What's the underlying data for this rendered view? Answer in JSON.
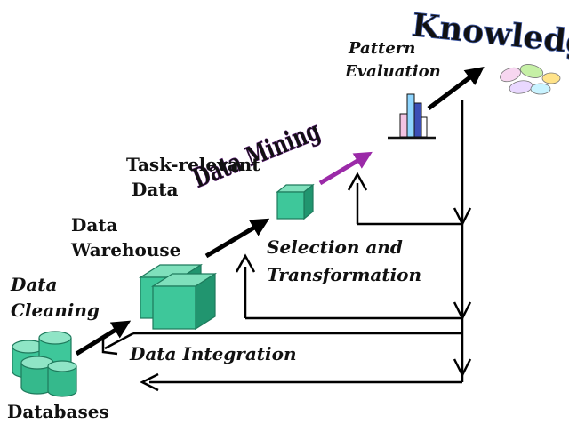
{
  "labels": {
    "knowledge": "Knowledge",
    "pattern_line1": "Pattern",
    "pattern_line2": "Evaluation",
    "data_mining": "Data Mining",
    "task_line1": "Task-relevant",
    "task_line2": "Data",
    "selection_line1": "Selection and",
    "selection_line2": "Transformation",
    "warehouse_line1": "Data",
    "warehouse_line2": "Warehouse",
    "cleaning_line1": "Data",
    "cleaning_line2": "Cleaning",
    "integration": "Data Integration",
    "databases": "Databases"
  },
  "colors": {
    "cube_face": "#3ec79a",
    "cube_top": "#7fe0bc",
    "cube_side": "#21956f",
    "arrow": "#000000",
    "mining_arrow": "#9b2aa8",
    "data_mining_text": "#8a2fa8",
    "knowledge_text": "#5f7fc8"
  },
  "icons": [
    "database-cylinders-icon",
    "data-warehouse-cubes-icon",
    "task-relevant-cube-icon",
    "bar-chart-icon",
    "knowledge-gems-icon"
  ]
}
